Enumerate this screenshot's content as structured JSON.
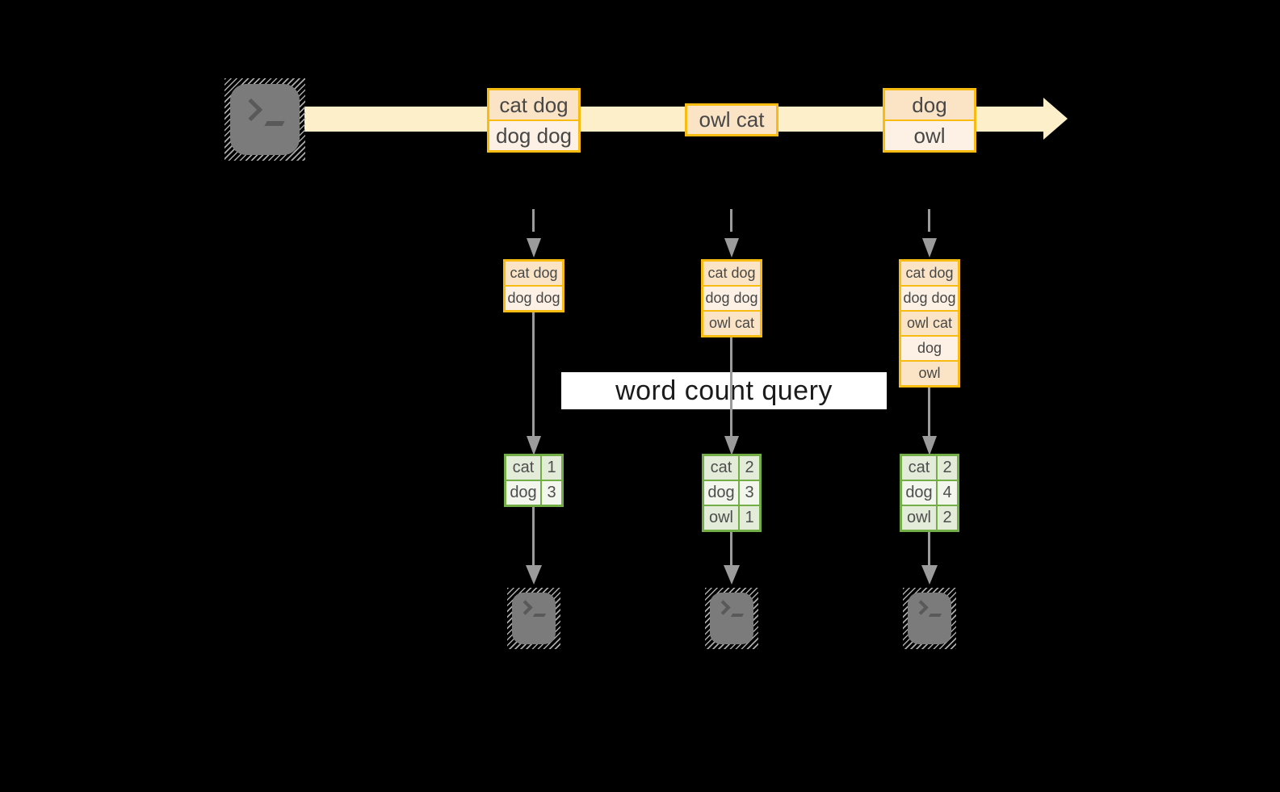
{
  "query_label": "word count query",
  "stream": {
    "source_icon": "terminal",
    "batches": [
      {
        "lines": [
          "cat dog",
          "dog dog"
        ]
      },
      {
        "lines": [
          "owl cat"
        ]
      },
      {
        "lines": [
          "dog",
          "owl"
        ]
      }
    ]
  },
  "columns": [
    {
      "state_lines": [
        "cat dog",
        "dog dog"
      ],
      "count_rows": [
        {
          "word": "cat",
          "count": "1"
        },
        {
          "word": "dog",
          "count": "3"
        }
      ],
      "sink_icon": "terminal"
    },
    {
      "state_lines": [
        "cat dog",
        "dog dog",
        "owl cat"
      ],
      "count_rows": [
        {
          "word": "cat",
          "count": "2"
        },
        {
          "word": "dog",
          "count": "3"
        },
        {
          "word": "owl",
          "count": "1"
        }
      ],
      "sink_icon": "terminal"
    },
    {
      "state_lines": [
        "cat dog",
        "dog dog",
        "owl cat",
        "dog",
        "owl"
      ],
      "count_rows": [
        {
          "word": "cat",
          "count": "2"
        },
        {
          "word": "dog",
          "count": "4"
        },
        {
          "word": "owl",
          "count": "2"
        }
      ],
      "sink_icon": "terminal"
    }
  ],
  "colors": {
    "background": "#000000",
    "stream_band": "#FCEFC9",
    "gold_border": "#F7BB12",
    "cell_peach": "#FBE4C6",
    "cell_cream": "#FCF1E4",
    "green_border": "#73AD46",
    "green_cell": "#E3ECD9",
    "green_cell_light": "#F2F6ED",
    "arrow_gray": "#9B9B9B",
    "terminal_gray": "#7B7B7B",
    "label_bg": "#FFFFFF",
    "text_dark": "#474747"
  }
}
